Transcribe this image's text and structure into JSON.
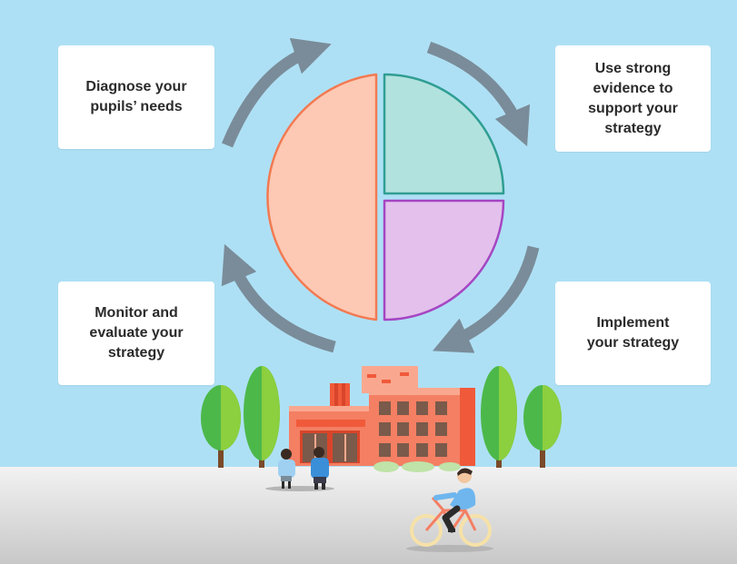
{
  "cycle": {
    "steps": [
      {
        "label": "Diagnose your\npupils’ needs"
      },
      {
        "label": "Use strong\nevidence to\nsupport your\nstrategy"
      },
      {
        "label": "Implement\nyour strategy"
      },
      {
        "label": "Monitor and\nevaluate your\nstrategy"
      }
    ]
  },
  "colors": {
    "sky": "#aee0f5",
    "arrow": "#7a8c99",
    "half_fill": "#fdc9b4",
    "half_stroke": "#f27a52",
    "teal_fill": "#b2e2de",
    "teal_stroke": "#2f9e93",
    "purple_fill": "#e3c1ec",
    "purple_stroke": "#a546c3",
    "ground": "#d9d9d9",
    "building": "#f47f63",
    "tree": "#4cb84a"
  }
}
